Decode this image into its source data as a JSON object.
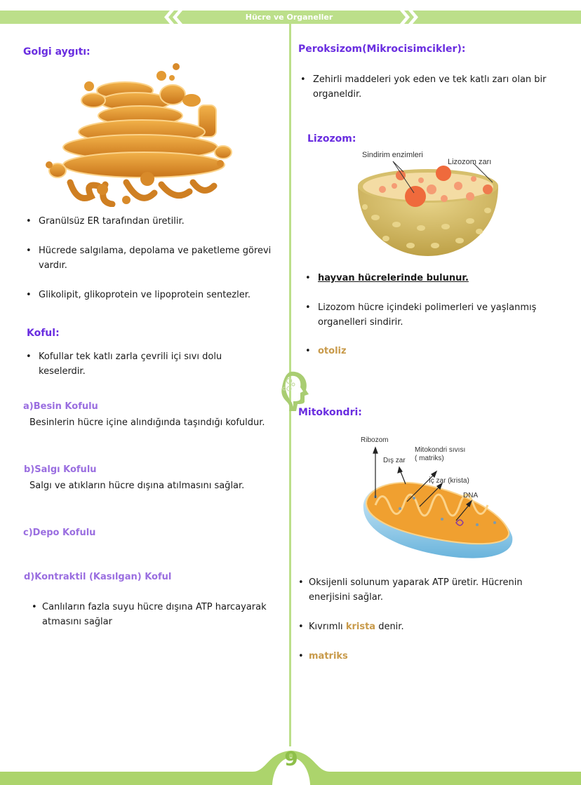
{
  "header": {
    "title": "Hücre ve Organeller"
  },
  "footer": {
    "page_number": "9"
  },
  "colors": {
    "band_green": "#bcdf8a",
    "heading_purple": "#6a2ee0",
    "subheading_purple": "#9a6ee0",
    "keyword_gold": "#c89a4a"
  },
  "left": {
    "golgi": {
      "title": "Golgi aygıtı:",
      "bullets": [
        "Granülsüz ER tarafından üretilir.",
        "Hücrede salgılama, depolama ve paketleme görevi vardır.",
        "Glikolipit, glikoprotein ve lipoprotein sentezler."
      ]
    },
    "koful": {
      "title": "Koful:",
      "bullets": [
        "Kofullar tek katlı zarla çevrili içi sıvı dolu keselerdir."
      ],
      "types": [
        {
          "label": "a)Besin Kofulu",
          "text": "Besinlerin hücre içine alındığında taşındığı kofuldur."
        },
        {
          "label": "b)Salgı Kofulu",
          "text": "Salgı ve atıkların hücre dışına atılmasını sağlar."
        },
        {
          "label": "c)Depo Kofulu",
          "text": ""
        },
        {
          "label": "d)Kontraktil (Kasılgan) Koful",
          "text": ""
        }
      ],
      "kontraktil_bullet": "Canlıların fazla suyu hücre dışına ATP harcayarak atmasını sağlar"
    }
  },
  "right": {
    "peroksizom": {
      "title": "Peroksizom(Mikrocisimcikler):",
      "bullets": [
        "Zehirli maddeleri yok eden ve tek katlı zarı olan bir organeldir."
      ]
    },
    "lizozom": {
      "title": "Lizozom:",
      "diagram_labels": {
        "enzymes": "Sindirim enzimleri",
        "membrane": "Lizozom zarı"
      },
      "bullets": [
        "hayvan hücrelerinde bulunur.",
        "Lizozom hücre içindeki polimerleri ve yaşlanmış organelleri sindirir.",
        "otoliz"
      ]
    },
    "mitokondri": {
      "title": "Mitokondri:",
      "diagram_labels": {
        "ribozom": "Ribozom",
        "dis_zar": "Dış zar",
        "matriks_line1": "Mitokondri sıvısı",
        "matriks_line2": "( matriks)",
        "ic_zar": "İç zar (krista)",
        "dna": "DNA"
      },
      "bullets": [
        "Oksijenli solunum yaparak ATP üretir. Hücrenin enerjisini sağlar.",
        {
          "before": "Kıvrımlı ",
          "keyword": "krista",
          "after": " denir."
        },
        "matriks"
      ]
    }
  }
}
